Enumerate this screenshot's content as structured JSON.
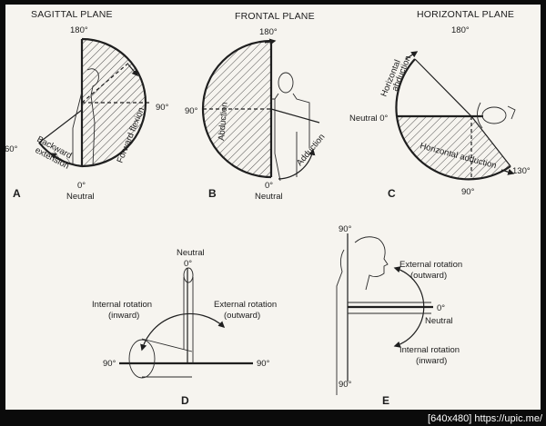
{
  "panel_a": {
    "title": "SAGITTAL PLANE",
    "top": "180°",
    "right": "90°",
    "left": "60°",
    "bottom": "0°",
    "neutral": "Neutral",
    "zone_front": "Forward flexion",
    "zone_back_1": "Backward",
    "zone_back_2": "extension",
    "tag": "A"
  },
  "panel_b": {
    "title": "FRONTAL PLANE",
    "top": "180°",
    "left": "90°",
    "bottom": "0°",
    "neutral": "Neutral",
    "zone_abd": "Abduction",
    "zone_add": "Adduction",
    "tag": "B"
  },
  "panel_c": {
    "title": "HORIZONTAL PLANE",
    "top": "180°",
    "left": "Neutral 0°",
    "right": "130°",
    "bottom": "90°",
    "zone_abd_1": "Horizontal",
    "zone_abd_2": "abduction",
    "zone_add": "Horizontal adduction",
    "tag": "C"
  },
  "panel_d": {
    "top_1": "Neutral",
    "top_2": "0°",
    "internal_1": "Internal rotation",
    "internal_2": "(inward)",
    "external_1": "External rotation",
    "external_2": "(outward)",
    "left": "90°",
    "right": "90°",
    "tag": "D"
  },
  "panel_e": {
    "top": "90°",
    "bottom": "90°",
    "external_1": "External rotation",
    "external_2": "(outward)",
    "internal_1": "Internal rotation",
    "internal_2": "(inward)",
    "zero": "0°",
    "neutral": "Neutral",
    "tag": "E"
  },
  "watermark": "[640x480] https://upic.me/",
  "colors": {
    "frame": "#0b0b0b",
    "paper": "#f6f4ef",
    "ink": "#1f1f1f"
  }
}
